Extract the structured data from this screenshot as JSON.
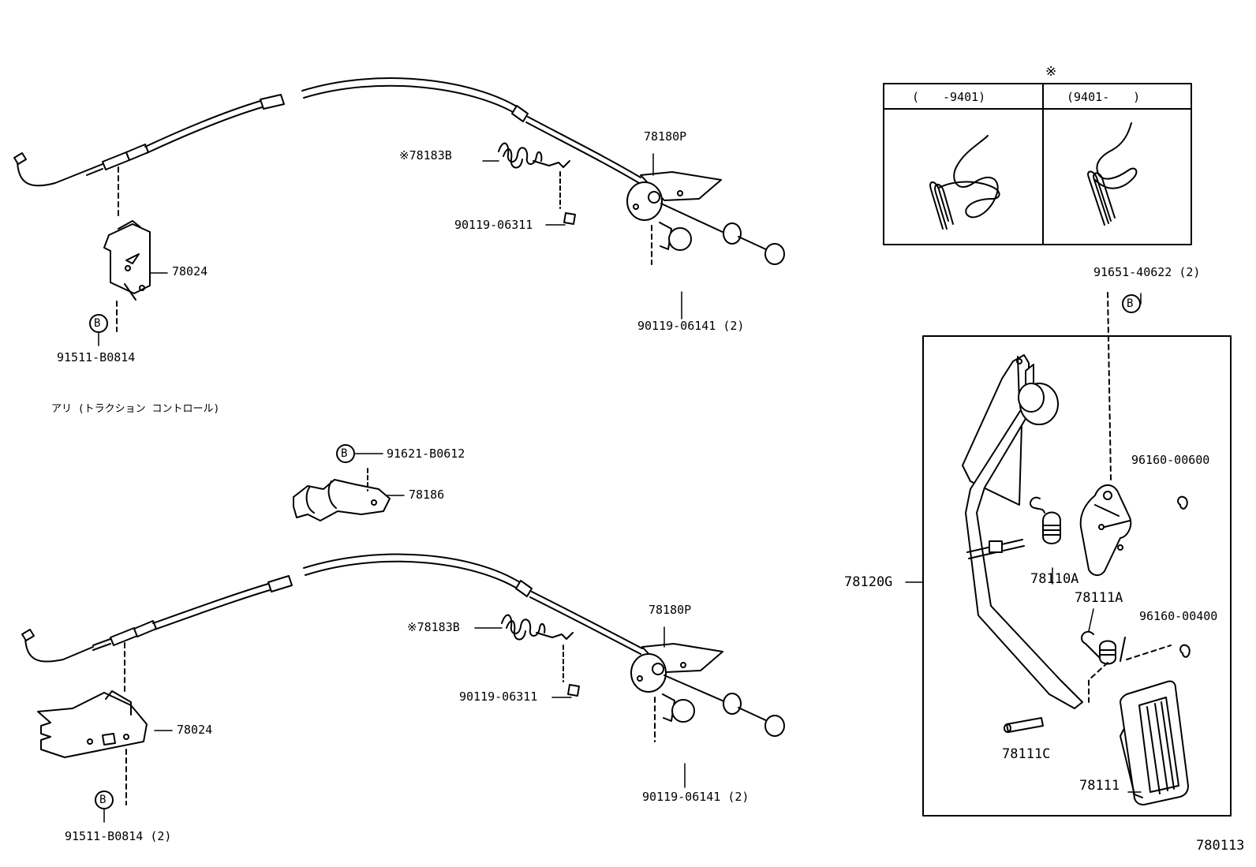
{
  "ref_mark": "※",
  "inset": {
    "mark": "※",
    "col1_header": "(　　-9401)",
    "col2_header": "(9401-　　)"
  },
  "upper": {
    "cable_bracket_part": "78024",
    "bolt_part": "91511-B0814",
    "bolt_mark": "B",
    "spring_part": "※78183B",
    "clip_part": "90119-06311",
    "pedal_bracket_part": "78180P",
    "screw_part": "90119-06141 (2)"
  },
  "traction_note": "アリ (トラクション コントロール)",
  "lower": {
    "clamp_bolt_mark": "B",
    "clamp_bolt_part": "91621-B0612",
    "clamp_part": "78186",
    "spring_part": "※78183B",
    "clip_part": "90119-06311",
    "pedal_bracket_part": "78180P",
    "screw_part": "90119-06141 (2)",
    "cable_bracket_part": "78024",
    "bolt_mark": "B",
    "bolt_part": "91511-B0814 (2)"
  },
  "pedal": {
    "top_bolt_part": "91651-40622 (2)",
    "top_bolt_mark": "B",
    "assembly_part": "78120G",
    "ring_upper_part": "96160-00600",
    "return_spring_part": "78110A",
    "spring_part": "78111A",
    "ring_lower_part": "96160-00400",
    "pin_part": "78111C",
    "pad_part": "78111"
  },
  "illustration_number": "780113"
}
